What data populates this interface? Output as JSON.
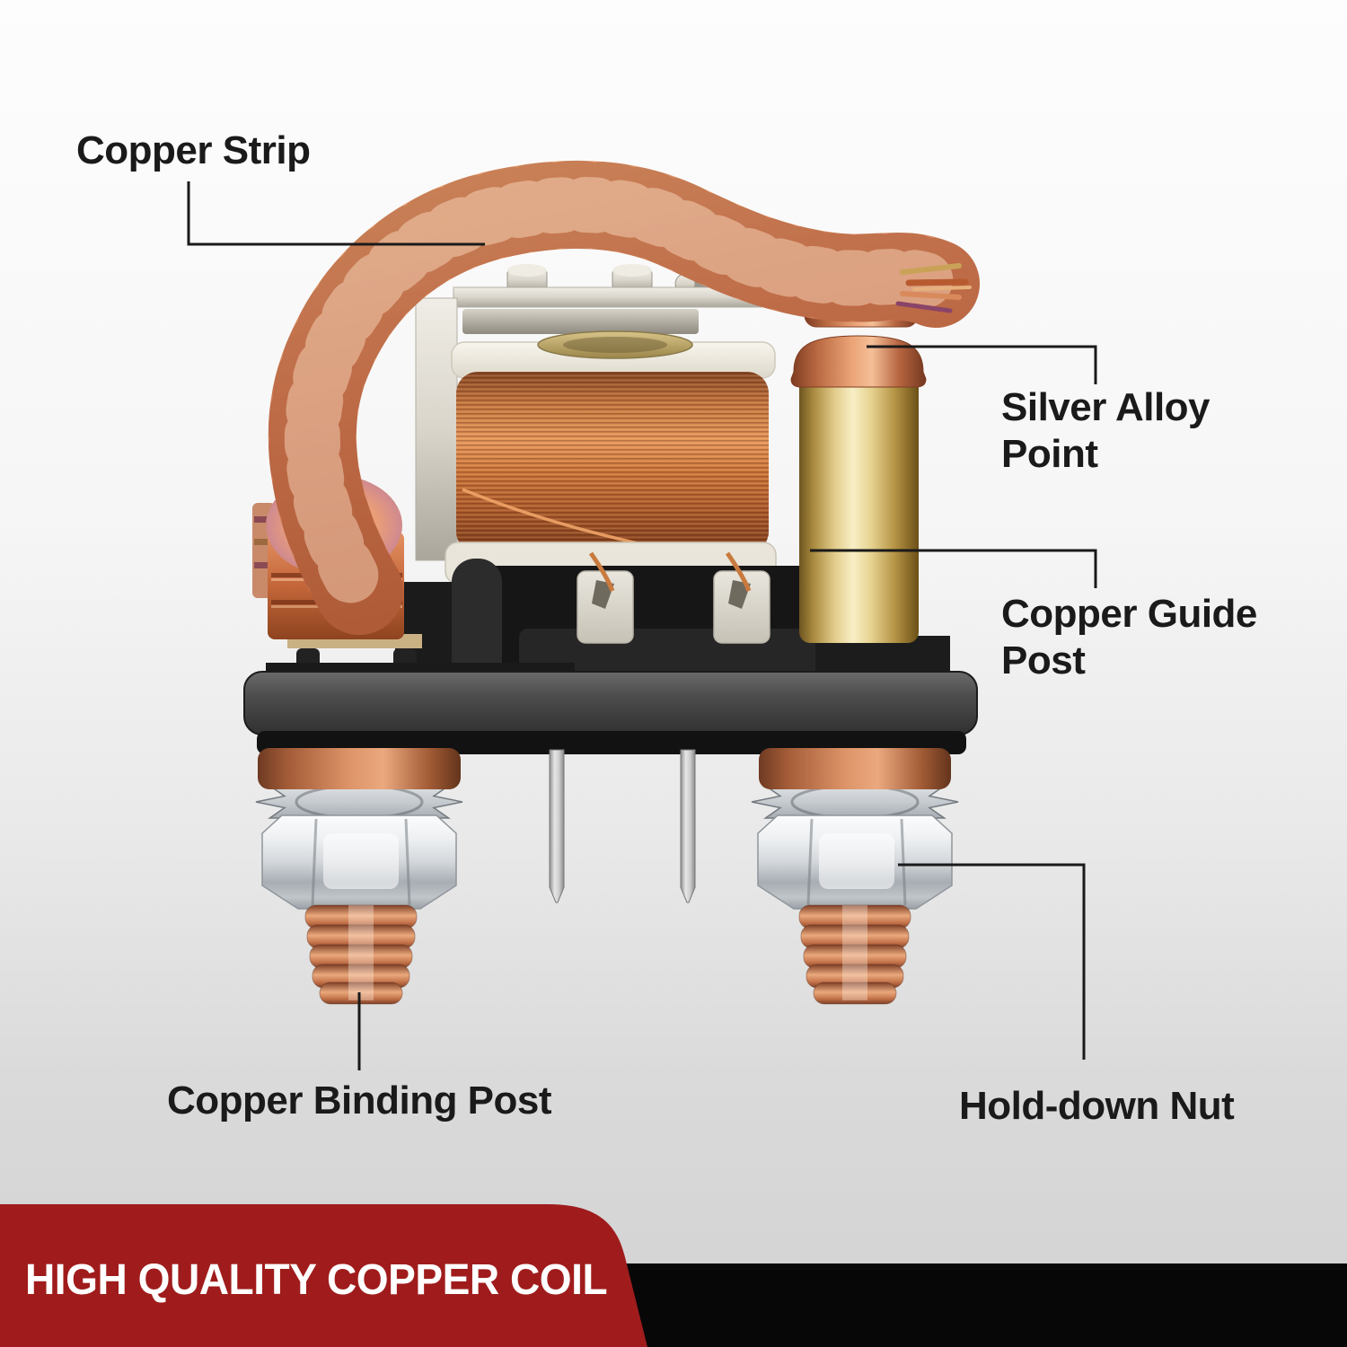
{
  "diagram": {
    "callouts": {
      "copper_strip": {
        "label": "Copper Strip"
      },
      "silver_alloy_point": {
        "line1": "Silver Alloy",
        "line2": "Point"
      },
      "copper_guide_post": {
        "line1": "Copper Guide",
        "line2": "Post"
      },
      "copper_binding_post": {
        "label": "Copper Binding Post"
      },
      "hold_down_nut": {
        "label": "Hold-down Nut"
      }
    },
    "banner": {
      "text": "HIGH QUALITY COPPER COIL",
      "bg_color": "#a01c1c",
      "shadow_color": "#070707",
      "text_color": "#ffffff"
    },
    "part_colors": {
      "copper": "#d28258",
      "brass": "#e3c87e",
      "chrome": "#d3d7db",
      "plastic_black": "#1a1a1a"
    }
  }
}
